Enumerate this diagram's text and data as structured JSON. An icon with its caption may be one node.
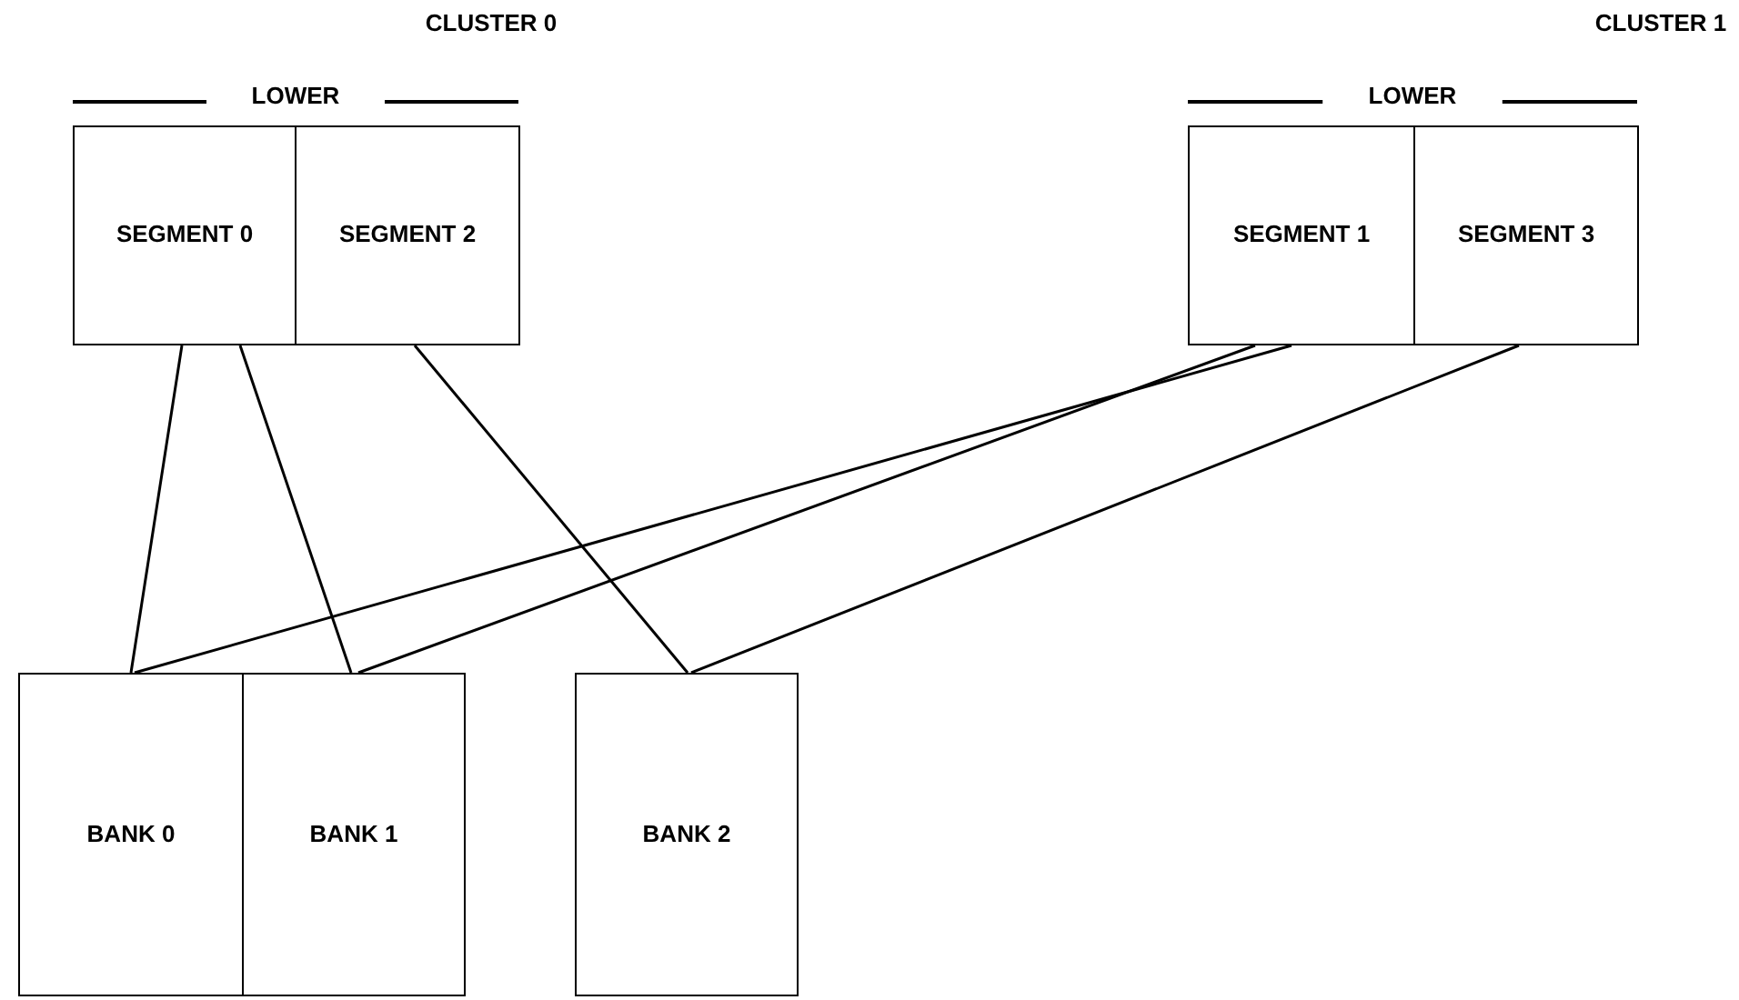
{
  "diagram": {
    "nodes": [
      {
        "text": [
          "SEGMENT 0"
        ]
      },
      {
        "text": [
          "SEGMENT 2"
        ]
      },
      {
        "text": [
          "SEGMENT 1"
        ]
      },
      {
        "text": [
          "SEGMENT 3"
        ]
      },
      {
        "text": [
          "BANK 0"
        ]
      },
      {
        "text": [
          "BANK 1"
        ]
      },
      {
        "text": [
          "BANK 2"
        ]
      }
    ],
    "edges": [
      {
        "from": 0,
        "to": 4,
        "arrow": "none"
      },
      {
        "from": 0,
        "to": 5,
        "arrow": "none"
      },
      {
        "from": 1,
        "to": 6,
        "arrow": "none"
      },
      {
        "from": 2,
        "to": 4,
        "arrow": "none"
      },
      {
        "from": 2,
        "to": 5,
        "arrow": "none"
      },
      {
        "from": 3,
        "to": 6,
        "arrow": "none"
      }
    ],
    "labels": [
      "CLUSTER 0",
      "CLUSTER 1",
      "LOWER",
      "LOWER"
    ]
  }
}
